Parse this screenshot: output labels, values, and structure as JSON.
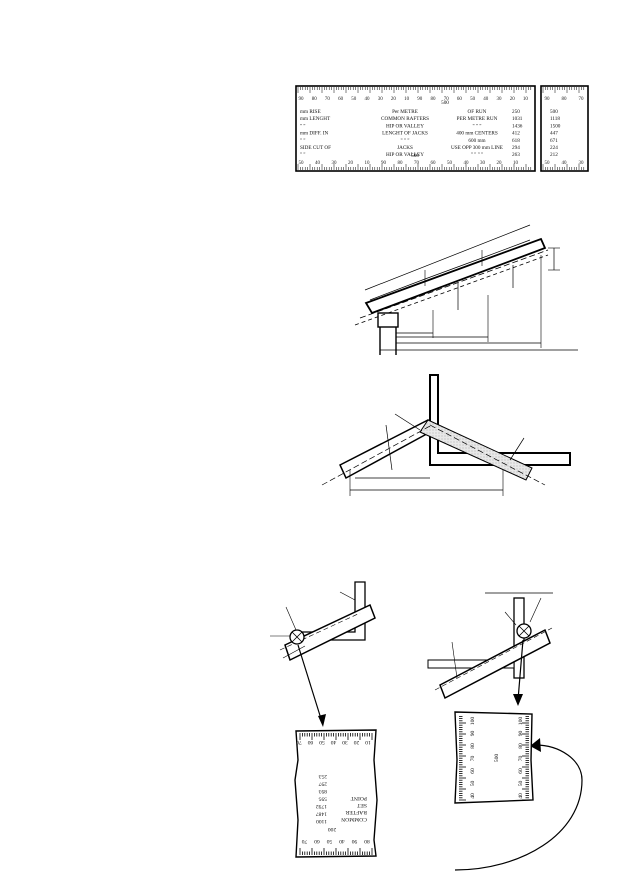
{
  "rafter_table": {
    "center_value": "500",
    "bottom_center_value": "500",
    "rows": [
      {
        "left": "mm RISE",
        "center": "Per METRE",
        "right": "OF RUN",
        "value": "250",
        "side": "500"
      },
      {
        "left": "mm LENGHT",
        "center": "COMMON RAFTERS",
        "right": "PER METRE RUN",
        "value": "1031",
        "side": "1118"
      },
      {
        "left": "\"      \"",
        "center": "HIP  OR  VALLEY",
        "right": "\"      \"      \"",
        "value": "1436",
        "side": "1500"
      },
      {
        "left": "mm DIFF. IN",
        "center": "LENGHT OF JACKS",
        "right": "400  mm  CENTERS",
        "value": "412",
        "side": "447"
      },
      {
        "left": "\"      \"",
        "center": "\"      \"      \"",
        "right": "600 mm",
        "value": "618",
        "side": "671"
      },
      {
        "left": "SIDE  CUT  OF",
        "center": "JACKS",
        "right": "USE  OPP  300 mm  LINE",
        "value": "294",
        "side": "224"
      },
      {
        "left": "\"      \"",
        "center": "HIP  OR  VALLEY",
        "right": "\"      \"      \"      \"",
        "value": "263",
        "side": "212"
      }
    ],
    "top_ticks": [
      "90",
      "80",
      "70",
      "60",
      "50",
      "40",
      "30",
      "20",
      "10",
      "90",
      "80",
      "70",
      "60",
      "50",
      "40",
      "30",
      "20",
      "10",
      "90",
      "80",
      "70",
      "60",
      "50",
      "40",
      "30",
      "20",
      "10",
      "90",
      "80",
      "70"
    ],
    "top_ticks_visible": [
      "90",
      "80",
      "70",
      "60",
      "50",
      "40",
      "30",
      "20",
      "10",
      "",
      "90",
      "80",
      "70",
      "60",
      "50",
      "40",
      "30",
      "20",
      "10",
      "",
      "",
      "",
      "",
      ""
    ],
    "bottom_ticks_visible": [
      "50",
      "40",
      "30",
      "20",
      "10",
      "90",
      "80",
      "70",
      "60",
      "50",
      "40",
      "30",
      "20",
      "10"
    ],
    "side_top_ticks": [
      "90",
      "80",
      "70"
    ],
    "side_bottom_ticks": [
      "50",
      "40",
      "30"
    ]
  },
  "square_reading_left": {
    "rows": [
      "COMMON",
      "RAFTER",
      "SET",
      "POINT"
    ],
    "values": [
      "1100",
      "1487",
      "1792",
      "595",
      "893",
      "297",
      "253"
    ],
    "top_ticks": [
      "10",
      "20",
      "30",
      "40",
      "50",
      "60",
      "70"
    ],
    "bottom_ticks": [
      "80",
      "90",
      "40",
      "50",
      "60",
      "70"
    ],
    "marker": "200"
  },
  "square_reading_right": {
    "label": "500",
    "ticks": [
      "40",
      "50",
      "60",
      "70",
      "80",
      "90",
      "100"
    ]
  }
}
